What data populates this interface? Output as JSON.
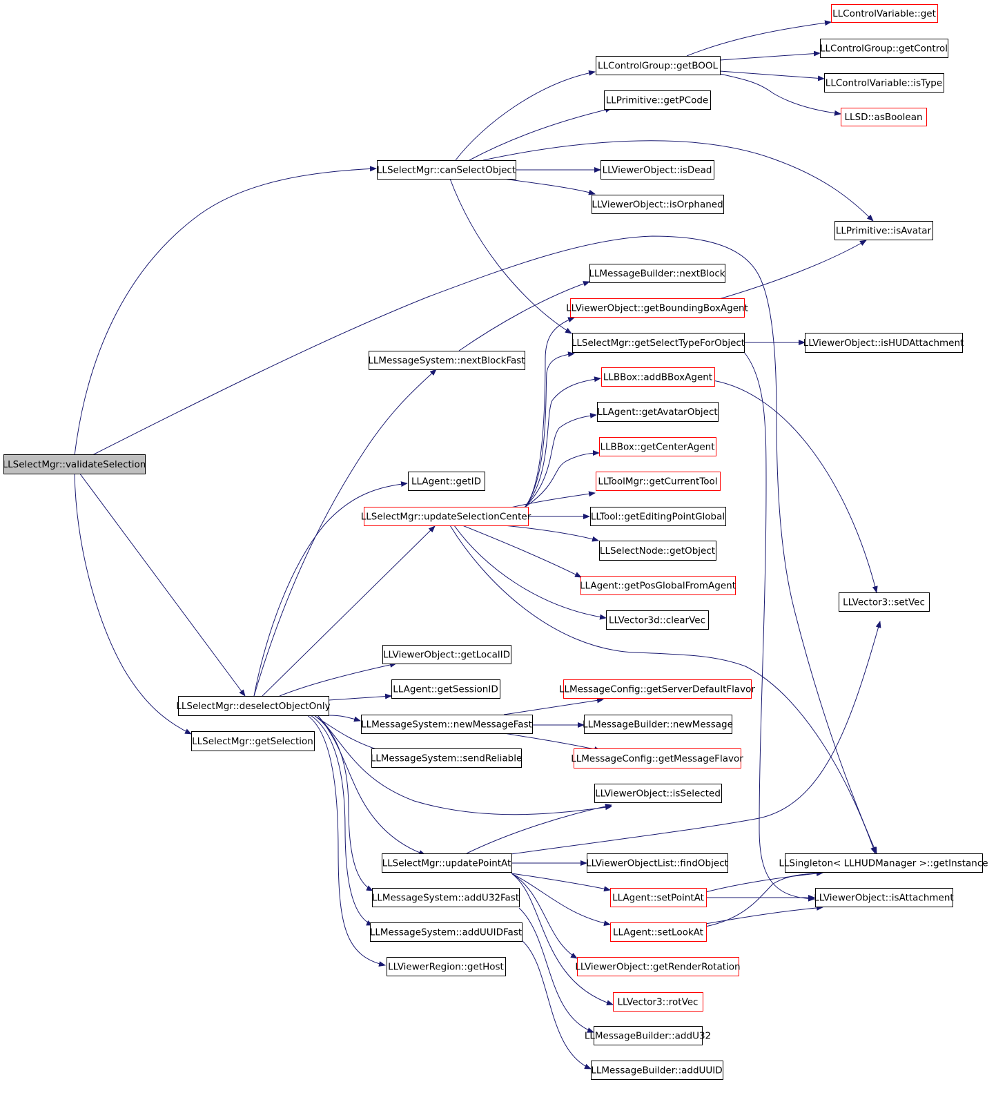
{
  "graph": {
    "colors": {
      "edge": "#191970",
      "normal_border": "#000000",
      "truncated_border": "#ff0000",
      "root_fill": "#bfbfbf",
      "node_fill": "#ffffff"
    },
    "nodes": [
      {
        "id": "validateSelection",
        "label": "LLSelectMgr::validateSelection",
        "style": "root"
      },
      {
        "id": "canSelectObject",
        "label": "LLSelectMgr::canSelectObject",
        "style": "normal"
      },
      {
        "id": "deselectObjectOnly",
        "label": "LLSelectMgr::deselectObjectOnly",
        "style": "normal"
      },
      {
        "id": "getSelection",
        "label": "LLSelectMgr::getSelection",
        "style": "normal"
      },
      {
        "id": "ctrlVarGet",
        "label": "LLControlVariable::get",
        "style": "truncated"
      },
      {
        "id": "getControl",
        "label": "LLControlGroup::getControl",
        "style": "normal"
      },
      {
        "id": "getBOOL",
        "label": "LLControlGroup::getBOOL",
        "style": "normal"
      },
      {
        "id": "isType",
        "label": "LLControlVariable::isType",
        "style": "normal"
      },
      {
        "id": "asBoolean",
        "label": "LLSD::asBoolean",
        "style": "truncated"
      },
      {
        "id": "getPCode",
        "label": "LLPrimitive::getPCode",
        "style": "normal"
      },
      {
        "id": "isDead",
        "label": "LLViewerObject::isDead",
        "style": "normal"
      },
      {
        "id": "isOrphaned",
        "label": "LLViewerObject::isOrphaned",
        "style": "normal"
      },
      {
        "id": "isAvatar",
        "label": "LLPrimitive::isAvatar",
        "style": "normal"
      },
      {
        "id": "nextBlock",
        "label": "LLMessageBuilder::nextBlock",
        "style": "normal"
      },
      {
        "id": "getBBoxAgent",
        "label": "LLViewerObject::getBoundingBoxAgent",
        "style": "truncated"
      },
      {
        "id": "getSelectType",
        "label": "LLSelectMgr::getSelectTypeForObject",
        "style": "normal"
      },
      {
        "id": "isHUDAttachment",
        "label": "LLViewerObject::isHUDAttachment",
        "style": "normal"
      },
      {
        "id": "nextBlockFast",
        "label": "LLMessageSystem::nextBlockFast",
        "style": "normal"
      },
      {
        "id": "addBBoxAgent",
        "label": "LLBBox::addBBoxAgent",
        "style": "truncated"
      },
      {
        "id": "getAvatarObject",
        "label": "LLAgent::getAvatarObject",
        "style": "normal"
      },
      {
        "id": "getCenterAgent",
        "label": "LLBBox::getCenterAgent",
        "style": "truncated"
      },
      {
        "id": "getID",
        "label": "LLAgent::getID",
        "style": "normal"
      },
      {
        "id": "getCurrentTool",
        "label": "LLToolMgr::getCurrentTool",
        "style": "truncated"
      },
      {
        "id": "updateSelectionCenter",
        "label": "LLSelectMgr::updateSelectionCenter",
        "style": "truncated"
      },
      {
        "id": "getEditingPointGlobal",
        "label": "LLTool::getEditingPointGlobal",
        "style": "normal"
      },
      {
        "id": "getObject",
        "label": "LLSelectNode::getObject",
        "style": "normal"
      },
      {
        "id": "getPosGlobalFromAgent",
        "label": "LLAgent::getPosGlobalFromAgent",
        "style": "truncated"
      },
      {
        "id": "setVec",
        "label": "LLVector3::setVec",
        "style": "normal"
      },
      {
        "id": "clearVec",
        "label": "LLVector3d::clearVec",
        "style": "normal"
      },
      {
        "id": "getLocalID",
        "label": "LLViewerObject::getLocalID",
        "style": "normal"
      },
      {
        "id": "getSessionID",
        "label": "LLAgent::getSessionID",
        "style": "normal"
      },
      {
        "id": "getServerDefaultFlavor",
        "label": "LLMessageConfig::getServerDefaultFlavor",
        "style": "truncated"
      },
      {
        "id": "newMessageFast",
        "label": "LLMessageSystem::newMessageFast",
        "style": "normal"
      },
      {
        "id": "newMessage",
        "label": "LLMessageBuilder::newMessage",
        "style": "normal"
      },
      {
        "id": "sendReliable",
        "label": "LLMessageSystem::sendReliable",
        "style": "normal"
      },
      {
        "id": "getMessageFlavor",
        "label": "LLMessageConfig::getMessageFlavor",
        "style": "truncated"
      },
      {
        "id": "isSelected",
        "label": "LLViewerObject::isSelected",
        "style": "normal"
      },
      {
        "id": "updatePointAt",
        "label": "LLSelectMgr::updatePointAt",
        "style": "normal"
      },
      {
        "id": "findObject",
        "label": "LLViewerObjectList::findObject",
        "style": "normal"
      },
      {
        "id": "getInstance",
        "label": "LLSingleton< LLHUDManager >::getInstance",
        "style": "normal"
      },
      {
        "id": "addU32Fast",
        "label": "LLMessageSystem::addU32Fast",
        "style": "normal"
      },
      {
        "id": "setPointAt",
        "label": "LLAgent::setPointAt",
        "style": "truncated"
      },
      {
        "id": "isAttachment",
        "label": "LLViewerObject::isAttachment",
        "style": "normal"
      },
      {
        "id": "addUUIDFast",
        "label": "LLMessageSystem::addUUIDFast",
        "style": "normal"
      },
      {
        "id": "setLookAt",
        "label": "LLAgent::setLookAt",
        "style": "truncated"
      },
      {
        "id": "getHost",
        "label": "LLViewerRegion::getHost",
        "style": "normal"
      },
      {
        "id": "getRenderRotation",
        "label": "LLViewerObject::getRenderRotation",
        "style": "truncated"
      },
      {
        "id": "rotVec",
        "label": "LLVector3::rotVec",
        "style": "truncated"
      },
      {
        "id": "addU32",
        "label": "LLMessageBuilder::addU32",
        "style": "normal"
      },
      {
        "id": "addUUID",
        "label": "LLMessageBuilder::addUUID",
        "style": "normal"
      }
    ]
  }
}
